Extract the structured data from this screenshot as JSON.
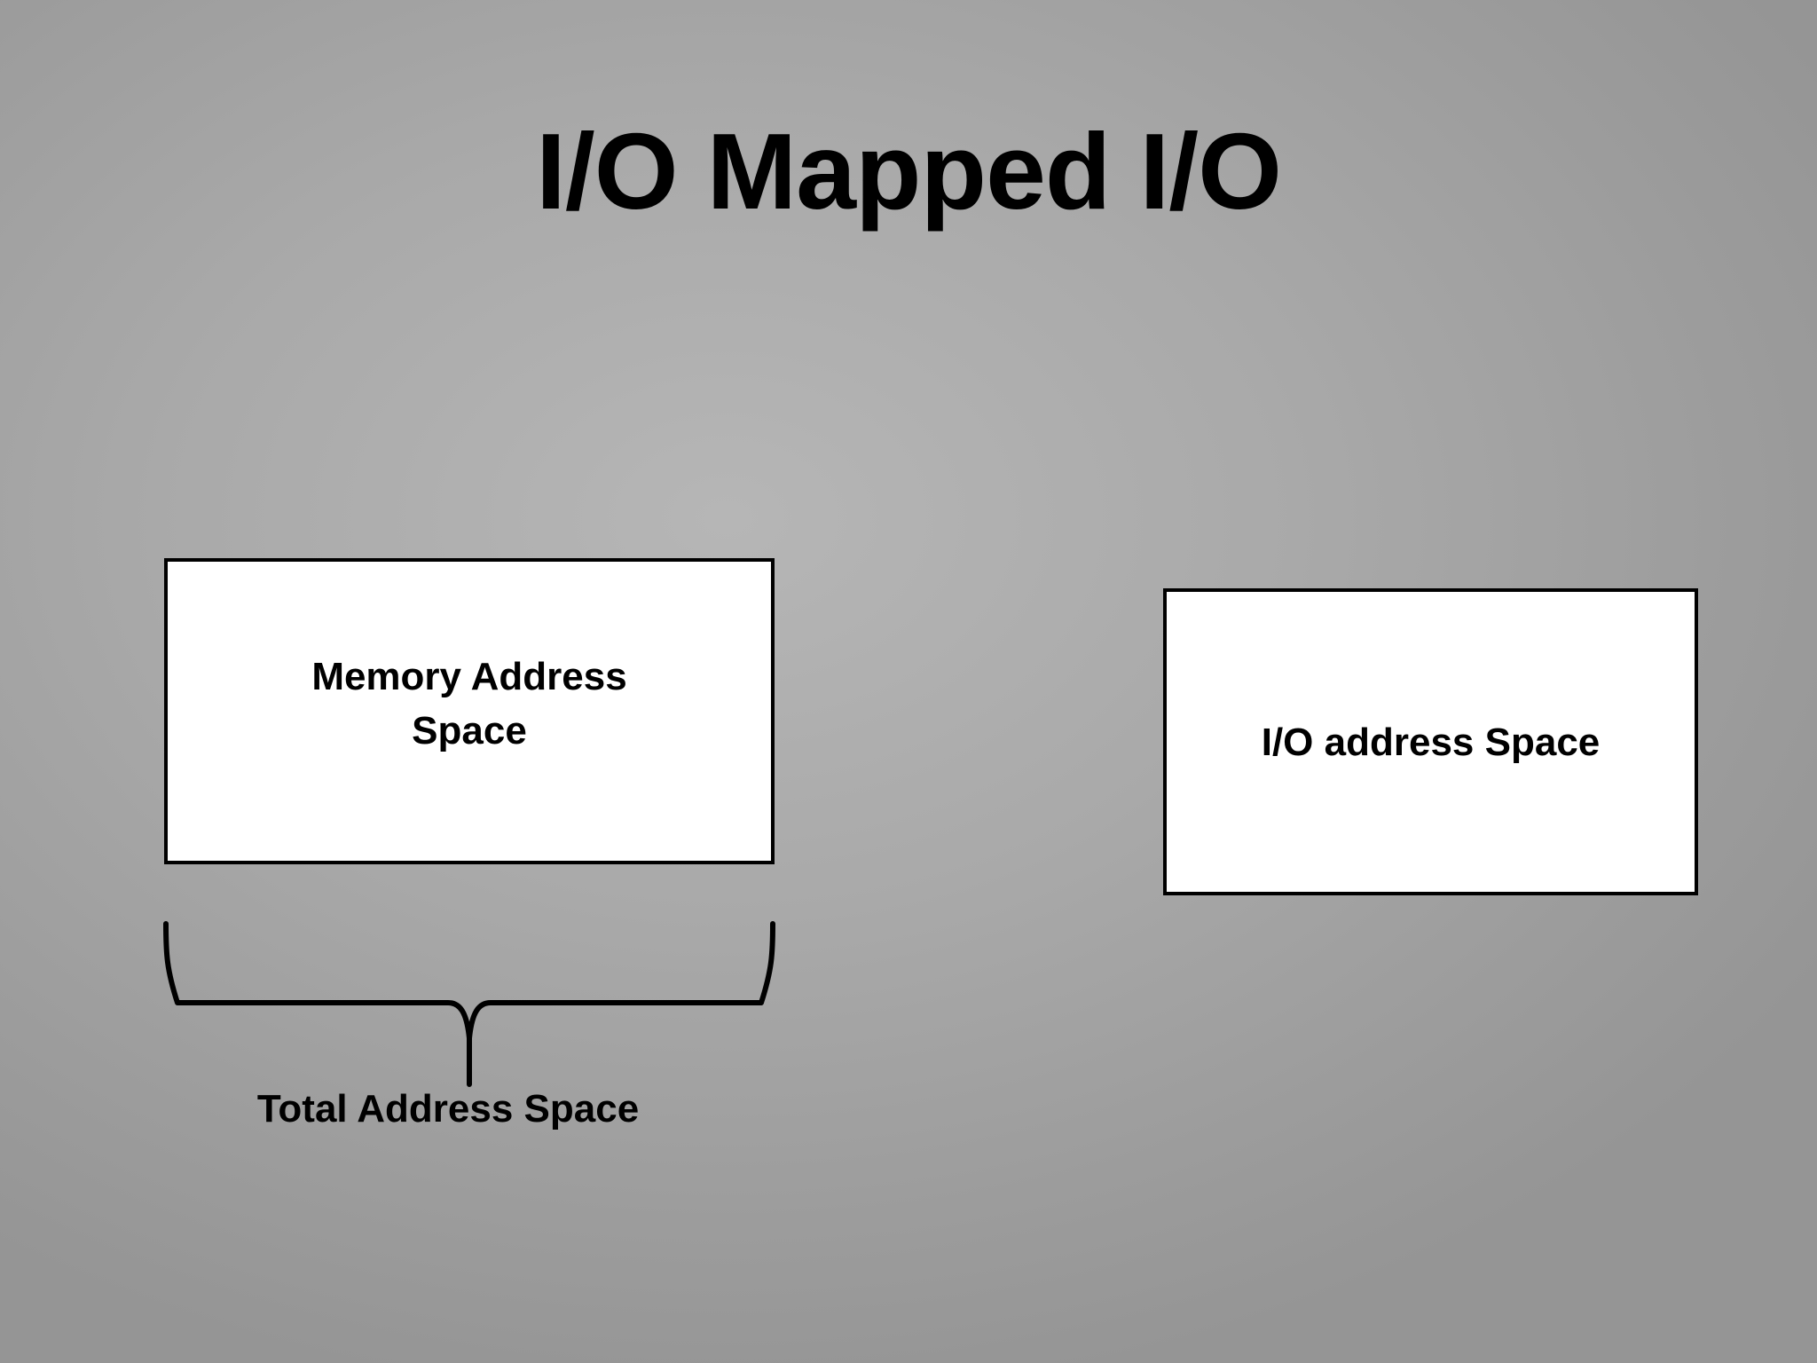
{
  "slide": {
    "title": "I/O Mapped I/O",
    "memory_box": {
      "label": "Memory Address Space"
    },
    "io_box": {
      "label": "I/O address Space"
    },
    "brace": {
      "label": "Total Address Space"
    }
  }
}
